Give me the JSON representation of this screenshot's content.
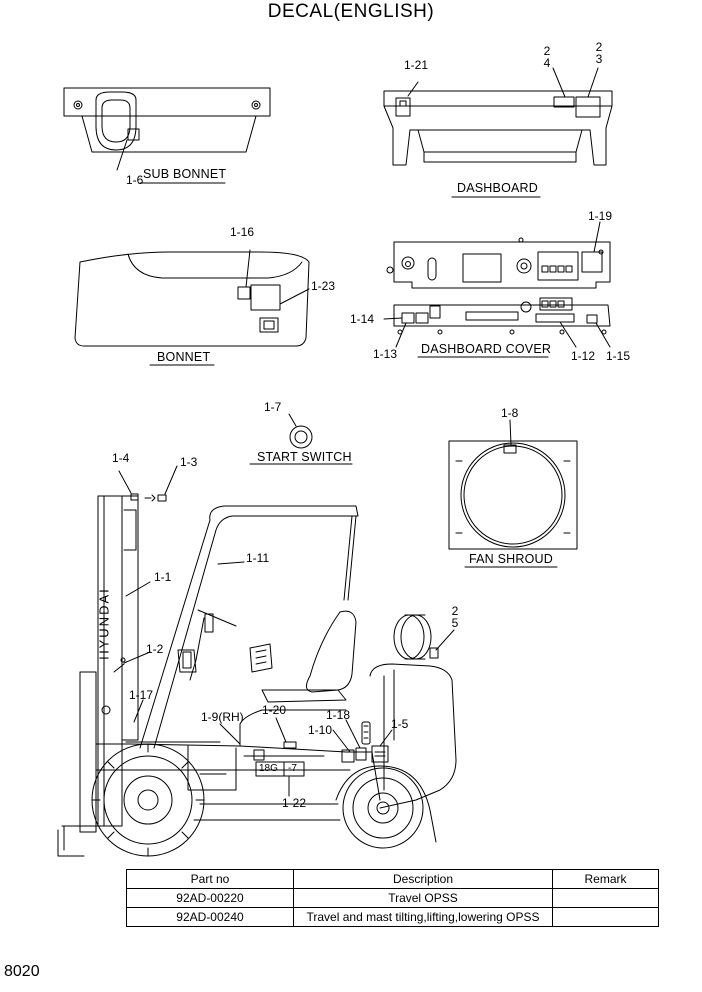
{
  "title": "DECAL(ENGLISH)",
  "page_code": "8020",
  "captions": {
    "sub_bonnet": "SUB BONNET",
    "dashboard": "DASHBOARD",
    "bonnet": "BONNET",
    "dashboard_cover": "DASHBOARD COVER",
    "start_switch": "START SWITCH",
    "fan_shroud": "FAN SHROUD"
  },
  "callouts": {
    "c1_6": "1-6",
    "c1_21": "1-21",
    "c2_4": "2\n4",
    "c2_3": "2\n3",
    "c1_16": "1-16",
    "c1_23": "1-23",
    "c1_19": "1-19",
    "c1_14": "1-14",
    "c1_13": "1-13",
    "c1_12": "1-12",
    "c1_15": "1-15",
    "c1_7": "1-7",
    "c1_8": "1-8",
    "c1_4": "1-4",
    "c1_3": "1-3",
    "c1_11": "1-11",
    "c1_1": "1-1",
    "c1_2": "1-2",
    "c1_17": "1-17",
    "c1_9": "1-9(RH)",
    "c1_20": "1-20",
    "c1_18": "1-18",
    "c1_10": "1-10",
    "c1_5": "1-5",
    "c1_22": "1-22",
    "c2_5": "2\n5"
  },
  "model_plate": {
    "left": "18G",
    "right": "-7"
  },
  "mast_brand": "HYUNDAI",
  "table": {
    "headers": [
      "Part no",
      "Description",
      "Remark"
    ],
    "rows": [
      [
        "92AD-00220",
        "Travel OPSS",
        ""
      ],
      [
        "92AD-00240",
        "Travel and mast tilting,lifting,lowering OPSS",
        ""
      ]
    ]
  }
}
